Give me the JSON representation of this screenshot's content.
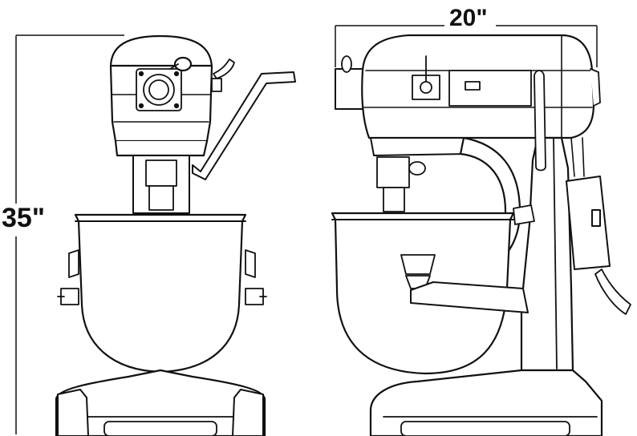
{
  "dimensions": {
    "height_label": "35\"",
    "width_label": "20\""
  },
  "colors": {
    "line": "#111111",
    "background": "#ffffff"
  },
  "views": [
    "front-view",
    "side-view"
  ]
}
